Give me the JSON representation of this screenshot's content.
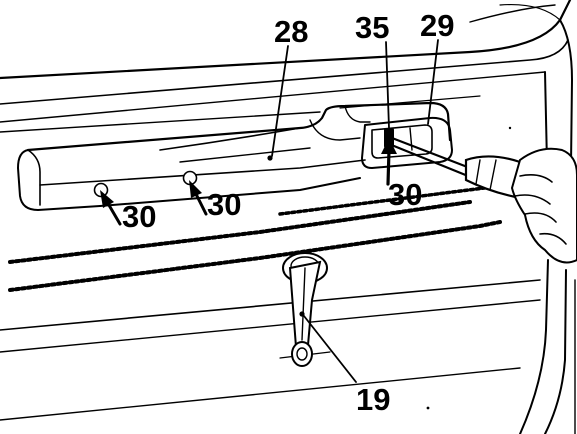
{
  "diagram": {
    "callouts": [
      {
        "id": "28",
        "label": "28"
      },
      {
        "id": "35",
        "label": "35"
      },
      {
        "id": "29",
        "label": "29"
      },
      {
        "id": "30-left",
        "label": "30"
      },
      {
        "id": "30-middle",
        "label": "30"
      },
      {
        "id": "30-right",
        "label": "30"
      },
      {
        "id": "19",
        "label": "19"
      }
    ],
    "colors": {
      "ink": "#000000",
      "paper": "#ffffff"
    }
  }
}
